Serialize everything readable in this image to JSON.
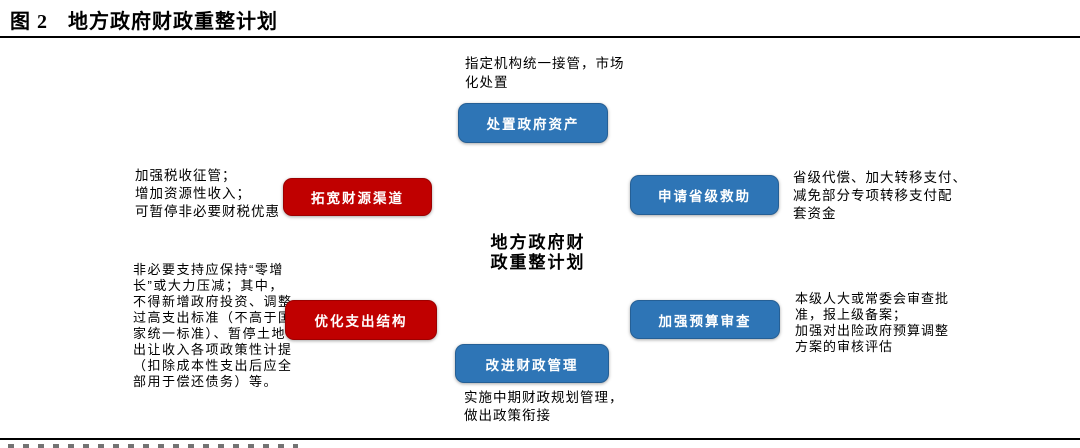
{
  "figure": {
    "label": "图 2",
    "title": "地方政府财政重整计划"
  },
  "center_title": "地方政府财\n政重整计划",
  "nodes": {
    "dispose": {
      "label": "处置政府资产",
      "note": "指定机构统一接管，市场\n化处置"
    },
    "broaden": {
      "label": "拓宽财源渠道",
      "note": "加强税收征管；\n增加资源性收入；\n可暂停非必要财税优惠"
    },
    "aid": {
      "label": "申请省级救助",
      "note": "省级代偿、加大转移支付、\n减免部分专项转移支付配\n套资金"
    },
    "optimize": {
      "label": "优化支出结构",
      "note": "非必要支持应保持“零增\n长”或大力压减；其中，\n不得新增政府投资、调整\n过高支出标准（不高于国\n家统一标准）、暂停土地\n出让收入各项政策性计提\n（扣除成本性支出后应全\n部用于偿还债务）等。"
    },
    "review": {
      "label": "加强预算审查",
      "note": "本级人大或常委会审查批\n准，报上级备案；\n加强对出险政府预算调整\n方案的审核评估"
    },
    "improve": {
      "label": "改进财政管理",
      "note": "实施中期财政规划管理，\n做出政策衔接"
    }
  },
  "colors": {
    "node_blue": "#2E75B6",
    "node_red": "#C00000",
    "rule_black": "#000000"
  }
}
